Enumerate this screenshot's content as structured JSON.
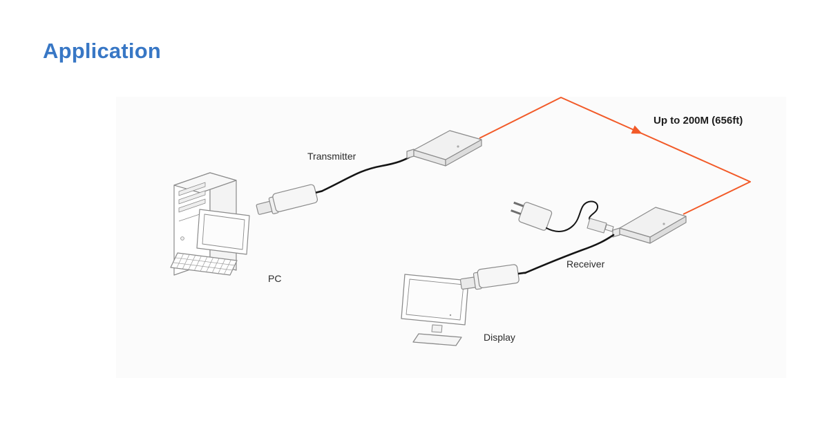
{
  "title": "Application",
  "diagram": {
    "transmitter_label": "Transmitter",
    "receiver_label": "Receiver",
    "pc_label": "PC",
    "display_label": "Display",
    "distance_label": "Up to 200M (656ft)"
  },
  "colors": {
    "title_blue": "#3877C5",
    "fiber_orange": "#F25A28",
    "device_outline_gray": "#8A8A8A",
    "cable_black": "#151515"
  }
}
